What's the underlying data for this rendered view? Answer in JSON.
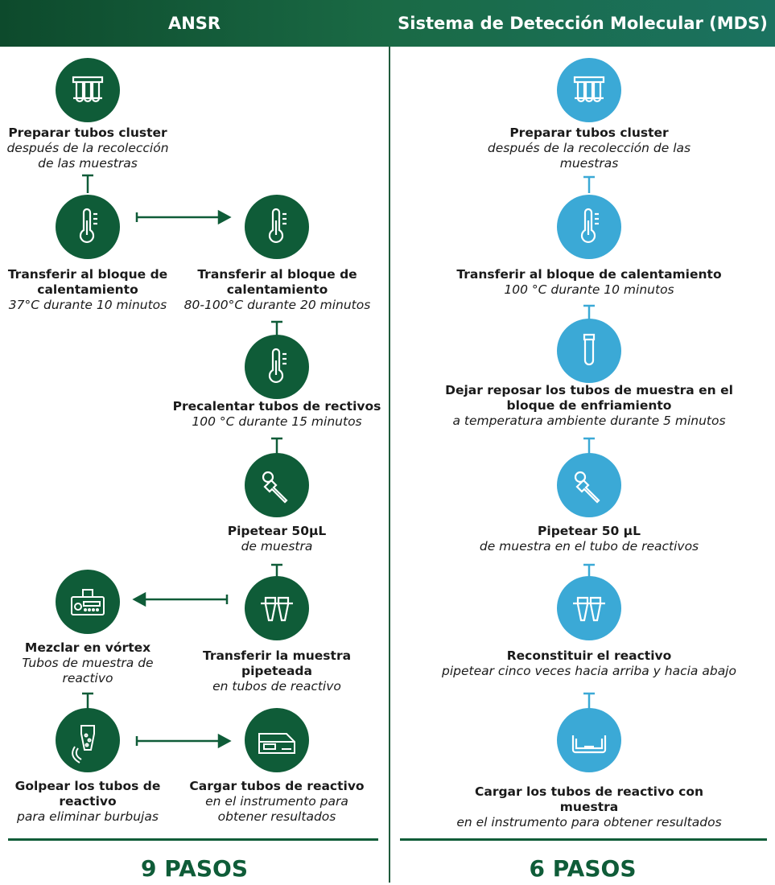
{
  "header": {
    "left_title": "ANSR",
    "right_title": "Sistema de Detección Molecular (MDS)"
  },
  "ansr": {
    "steps": [
      {
        "title": "Preparar tubos cluster",
        "subtitle": "después de la recolección de las muestras",
        "icon": "test-tubes-rack-icon"
      },
      {
        "title": "Transferir al bloque de calentamiento",
        "subtitle": "37°C durante 10 minutos",
        "icon": "thermometer-icon"
      },
      {
        "title": "Transferir al bloque de calentamiento",
        "subtitle": "80-100°C durante 20 minutos",
        "icon": "thermometer-icon"
      },
      {
        "title": "Precalentar tubos de rectivos",
        "subtitle": "100 °C durante 15 minutos",
        "icon": "thermometer-icon"
      },
      {
        "title": "Pipetear 50µL",
        "subtitle": "de muestra",
        "icon": "pipette-icon"
      },
      {
        "title": "Transferir la muestra pipeteada",
        "subtitle": "en tubos de reactivo",
        "icon": "reagent-tubes-icon"
      },
      {
        "title": "Mezclar en vórtex",
        "subtitle": "Tubos de muestra de reactivo",
        "icon": "vortex-mixer-icon"
      },
      {
        "title": "Golpear los tubos de reactivo",
        "subtitle": "para eliminar burbujas",
        "icon": "tap-tube-icon"
      },
      {
        "title": "Cargar tubos de reactivo",
        "subtitle": "en el instrumento para obtener resultados",
        "icon": "instrument-icon"
      }
    ],
    "total": "9 PASOS"
  },
  "mds": {
    "steps": [
      {
        "title": "Preparar tubos cluster",
        "subtitle": "después de la recolección de las muestras",
        "icon": "test-tubes-rack-icon"
      },
      {
        "title": "Transferir al bloque de calentamiento",
        "subtitle": "100 °C durante 10 minutos",
        "icon": "thermometer-icon"
      },
      {
        "title": "Dejar reposar los tubos de muestra en el bloque de enfriamiento",
        "subtitle": "a temperatura ambiente durante 5 minutos",
        "icon": "sample-tube-icon"
      },
      {
        "title": "Pipetear 50 µL",
        "subtitle": "de muestra en el tubo de reactivos",
        "icon": "pipette-icon"
      },
      {
        "title": "Reconstituir el reactivo",
        "subtitle": "pipetear cinco veces hacia arriba y hacia abajo",
        "icon": "reagent-tubes-icon"
      },
      {
        "title": "Cargar los tubos de reactivo con muestra",
        "subtitle": "en el instrumento para obtener resultados",
        "icon": "tray-instrument-icon"
      }
    ],
    "total": "6 PASOS"
  },
  "colors": {
    "ansr_green": "#0f5c38",
    "mds_blue": "#3ba9d6",
    "header_dark": "#0d4a2c"
  }
}
